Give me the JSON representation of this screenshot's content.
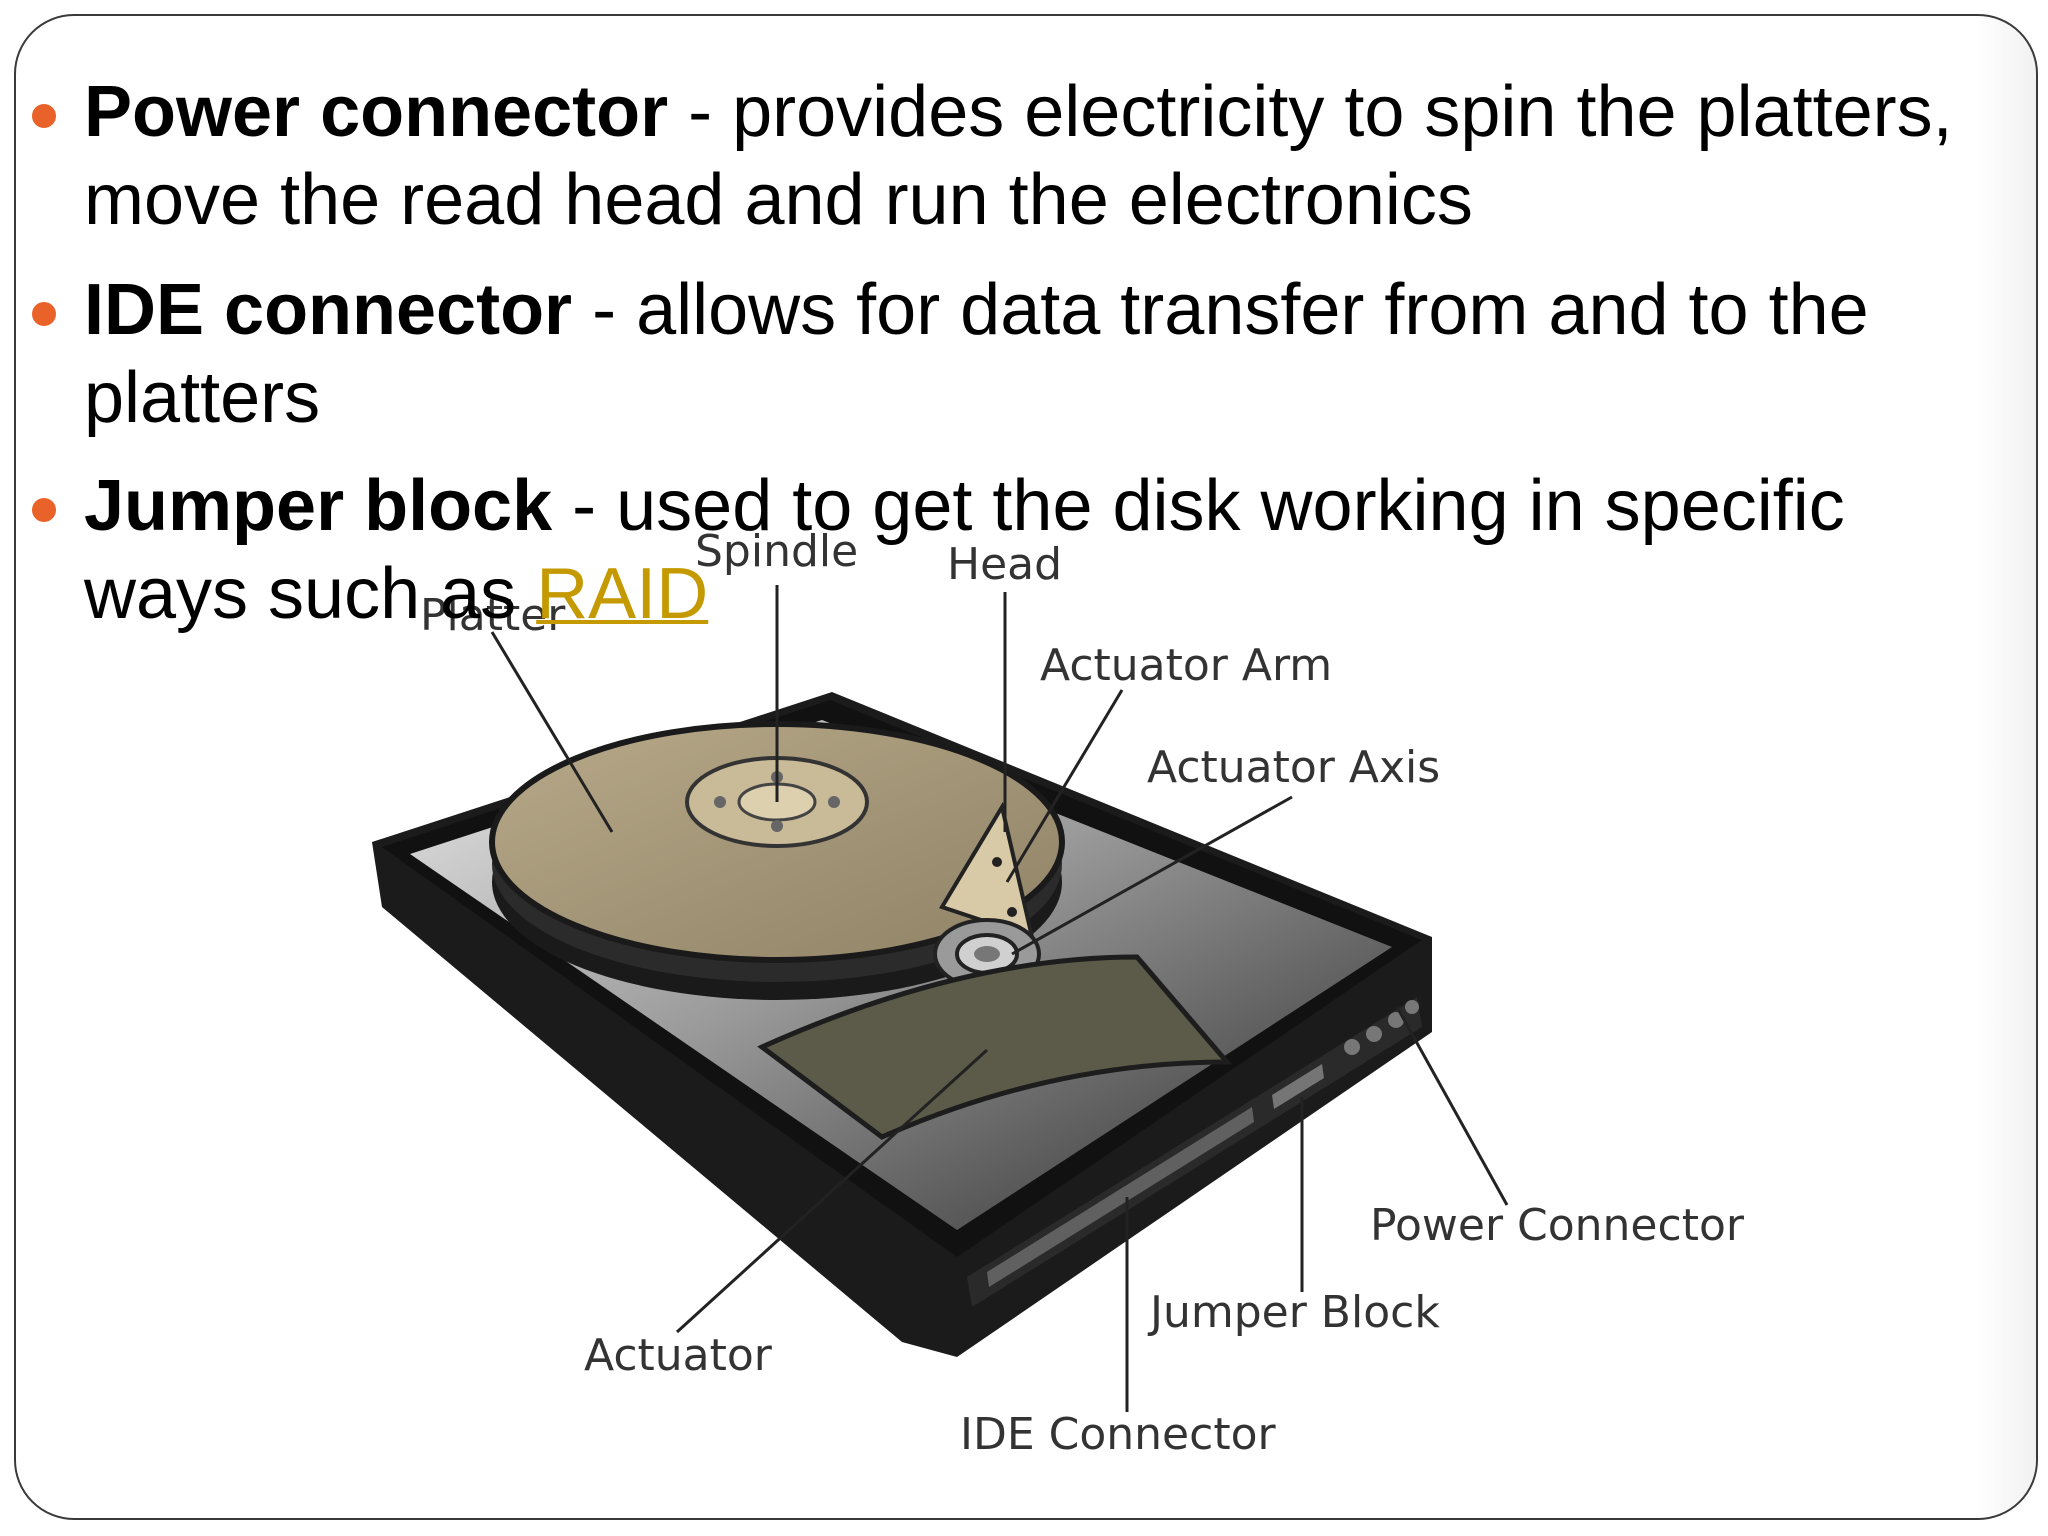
{
  "bullets": [
    {
      "term": "Power connector",
      "desc": " - provides electricity to spin the platters, move the read head and run the electronics"
    },
    {
      "term": "IDE connector",
      "desc": " - allows for data transfer from and to the platters"
    },
    {
      "term": "Jumper block",
      "desc": " - used to get the disk working in specific ways such as ",
      "link": "RAID"
    }
  ],
  "diagram": {
    "labels": {
      "spindle": "Spindle",
      "head": "Head",
      "platter": "Platter",
      "actuator_arm": "Actuator Arm",
      "actuator_axis": "Actuator Axis",
      "power_connector": "Power Connector",
      "jumper_block": "Jumper Block",
      "actuator": "Actuator",
      "ide_connector": "IDE Connector"
    }
  },
  "colors": {
    "bullet": "#e8622a",
    "link": "#c49a00",
    "platter": "#a8987a",
    "case": "#1e1e1e"
  }
}
